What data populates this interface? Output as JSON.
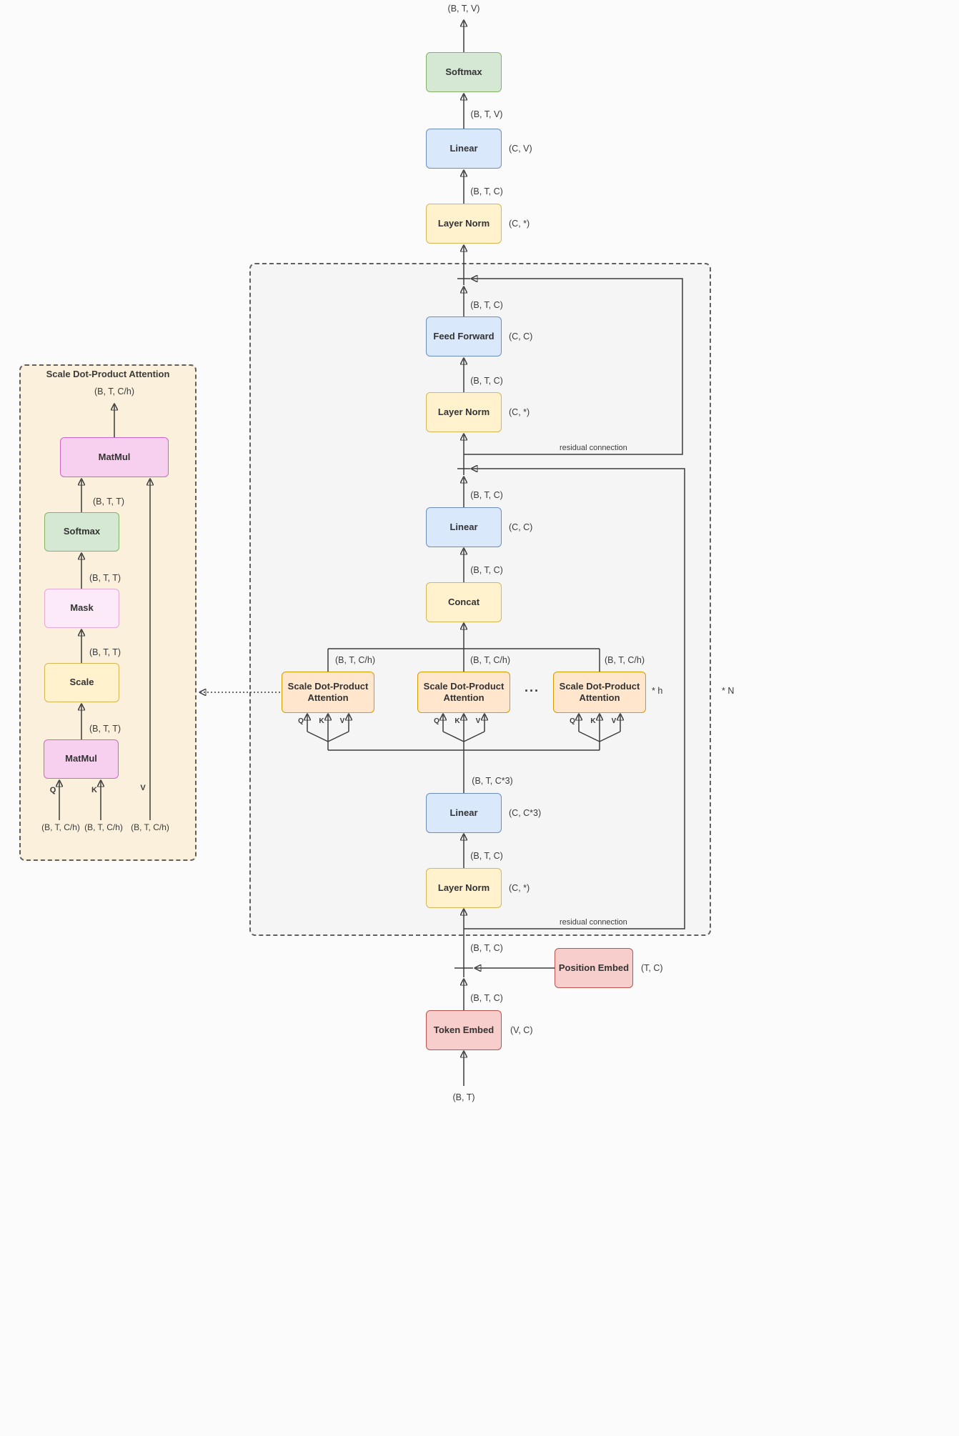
{
  "nodes": {
    "softmax": "Softmax",
    "linear": "Linear",
    "layer_norm": "Layer Norm",
    "feed_forward": "Feed Forward",
    "concat": "Concat",
    "attention": "Scale Dot-Product Attention",
    "position_embed": "Position Embed",
    "token_embed": "Token Embed",
    "matmul": "MatMul",
    "mask": "Mask",
    "scale": "Scale"
  },
  "shapes": {
    "btv": "(B, T, V)",
    "btc": "(B, T, C)",
    "btc3": "(B, T, C*3)",
    "btch": "(B, T, C/h)",
    "btt": "(B, T, T)",
    "bt": "(B, T)"
  },
  "params": {
    "cv": "(C, V)",
    "c_star": "(C, *)",
    "cc": "(C, C)",
    "cc3": "(C, C*3)",
    "tc": "(T, C)",
    "vc": "(V, C)"
  },
  "annotations": {
    "residual": "residual connection",
    "times_h": "* h",
    "times_n": "* N",
    "ellipsis": "...",
    "q": "Q",
    "k": "K",
    "v": "V",
    "detail_title": "Scale Dot-Product Attention"
  },
  "colors": {
    "softmax_fill": "#d5e8d4",
    "softmax_border": "#82b366",
    "linear_fill": "#dae8fc",
    "linear_border": "#6c8ebf",
    "layernorm_fill": "#fff2cc",
    "layernorm_border": "#d6b656",
    "embed_fill": "#f8cecc",
    "embed_border": "#b85450",
    "attention_fill": "#ffe6cc",
    "attention_border": "#d79b00",
    "matmul_fill": "#f8d0ef",
    "matmul_border": "#cc66c4",
    "mask_fill": "#fdeaf8",
    "block_fill": "#f5f5f5",
    "detail_fill": "#faf0db",
    "wire": "#3b3b3b"
  }
}
